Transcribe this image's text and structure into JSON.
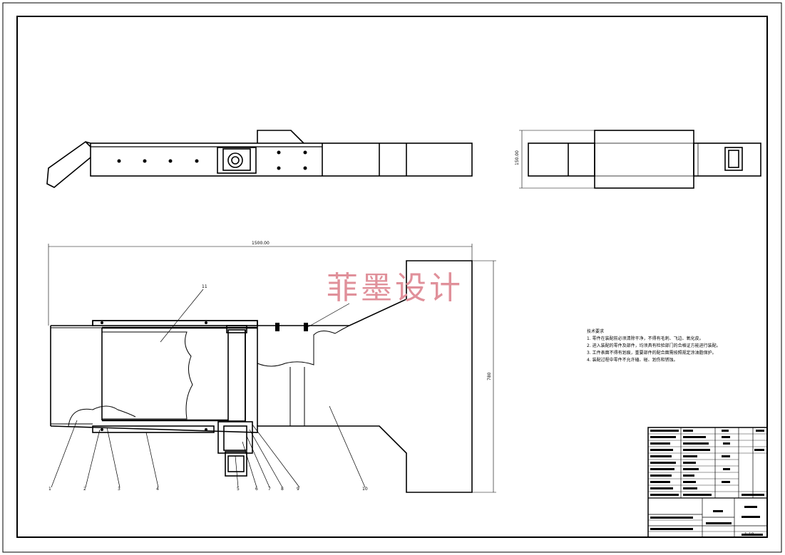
{
  "watermark": "菲墨设计",
  "dimensions": {
    "top_width": "1500.00",
    "height_right": "780",
    "side_height": "150.00"
  },
  "technical_requirements": {
    "title": "技术要求",
    "items": [
      "1. 零件在装配前必须清除干净，不得有毛刺、飞边、氧化皮。",
      "2. 进入装配的零件及部件，均须具有检验部门的合格证方能进行装配。",
      "3. 工件表面不得有划痕，重要部件的配合面需按照规定涂油脂保护。",
      "4. 装配过程中零件不允许磕、碰、划伤和锈蚀。"
    ]
  },
  "balloons": [
    "1",
    "2",
    "3",
    "4",
    "5",
    "6",
    "7",
    "8",
    "9",
    "10",
    "11"
  ],
  "title_block": {
    "scale": "1:10"
  }
}
